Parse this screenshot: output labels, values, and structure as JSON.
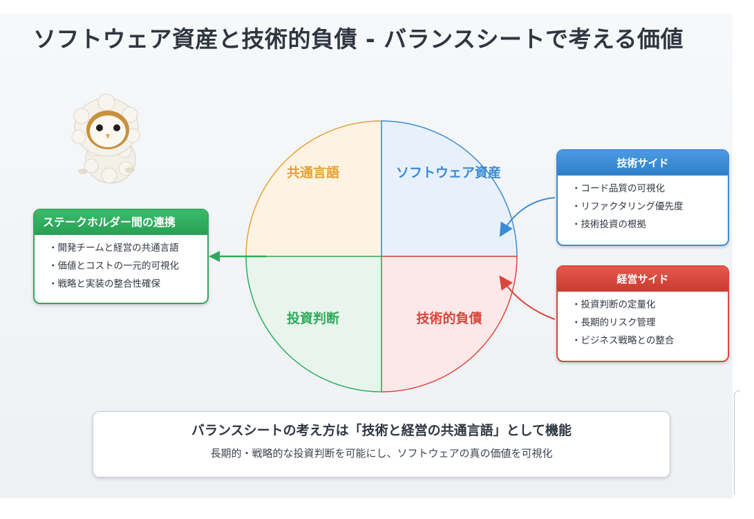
{
  "title": "ソフトウェア資産と技術的負債 - バランスシートで考える価値",
  "quadrants": {
    "top_left": "共通言語",
    "top_right": "ソフトウェア資産",
    "bottom_left": "投資判断",
    "bottom_right": "技術的負債"
  },
  "tech_side": {
    "title": "技術サイド",
    "items": [
      "コード品質の可視化",
      "リファクタリング優先度",
      "技術投資の根拠"
    ]
  },
  "business_side": {
    "title": "経営サイド",
    "items": [
      "投資判断の定量化",
      "長期的リスク管理",
      "ビジネス戦略との整合"
    ]
  },
  "stakeholder": {
    "title": "ステークホルダー間の連携",
    "items": [
      "開発チームと経営の共通言語",
      "価値とコストの一元的可視化",
      "戦略と実装の整合性確保"
    ]
  },
  "summary": {
    "headline": "バランスシートの考え方は「技術と経営の共通言語」として機能",
    "subline": "長期的・戦略的な投資判断を可能にし、ソフトウェアの真の価値を可視化"
  },
  "colors": {
    "blue": "#3a8ad6",
    "red": "#d9463a",
    "green": "#2eaa5c",
    "orange": "#e6a030"
  },
  "mascot_icon": "owl-mascot-icon"
}
